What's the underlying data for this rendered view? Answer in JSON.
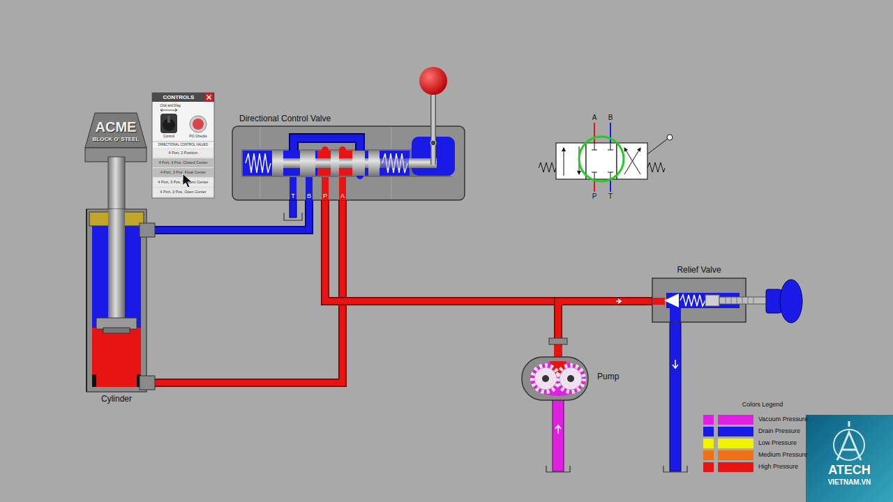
{
  "diagram": {
    "nodes": [
      {
        "text": [
          "CONTROLS",
          "Click and Drag",
          "Control",
          "PO Checks",
          "DIRECTIONAL CONTROL VALVES",
          "4 Port, 2 Position",
          "4 Port, 3 Pos, Closed Center",
          "4 Port, 3 Pos, Float Center",
          "4 Port, 3 Pos, Tandem Center",
          "4 Port, 3 Pos, Open Center"
        ]
      },
      {
        "text": [
          "ACME",
          "BLOCK O' STEEL"
        ]
      },
      {
        "text": [
          "Directional Control Valve"
        ]
      },
      {
        "text": [
          "Cylinder"
        ]
      },
      {
        "text": [
          "Relief Valve"
        ]
      },
      {
        "text": [
          "Pump"
        ]
      }
    ],
    "edges": [
      {
        "from": 2,
        "to": 3,
        "arrow": "none"
      },
      {
        "from": 2,
        "to": 3,
        "arrow": "none"
      },
      {
        "from": 5,
        "to": 2,
        "arrow": "none"
      },
      {
        "from": 5,
        "to": 4,
        "arrow": "none"
      }
    ],
    "labels": [
      "T",
      "B",
      "P",
      "A",
      "A",
      "B",
      "P",
      "T",
      "Colors Legend",
      "ATECH",
      "VIETNAM.VN"
    ],
    "legend": [
      {
        "text": "Vacuum Pressure",
        "color": "#e020e0"
      },
      {
        "text": "Drain Pressure",
        "color": "#1a1ae6"
      },
      {
        "text": "Low Pressure",
        "color": "#f2f200"
      },
      {
        "text": "Medium Pressure",
        "color": "#f07018"
      },
      {
        "text": "High Pressure",
        "color": "#e81414"
      }
    ]
  }
}
